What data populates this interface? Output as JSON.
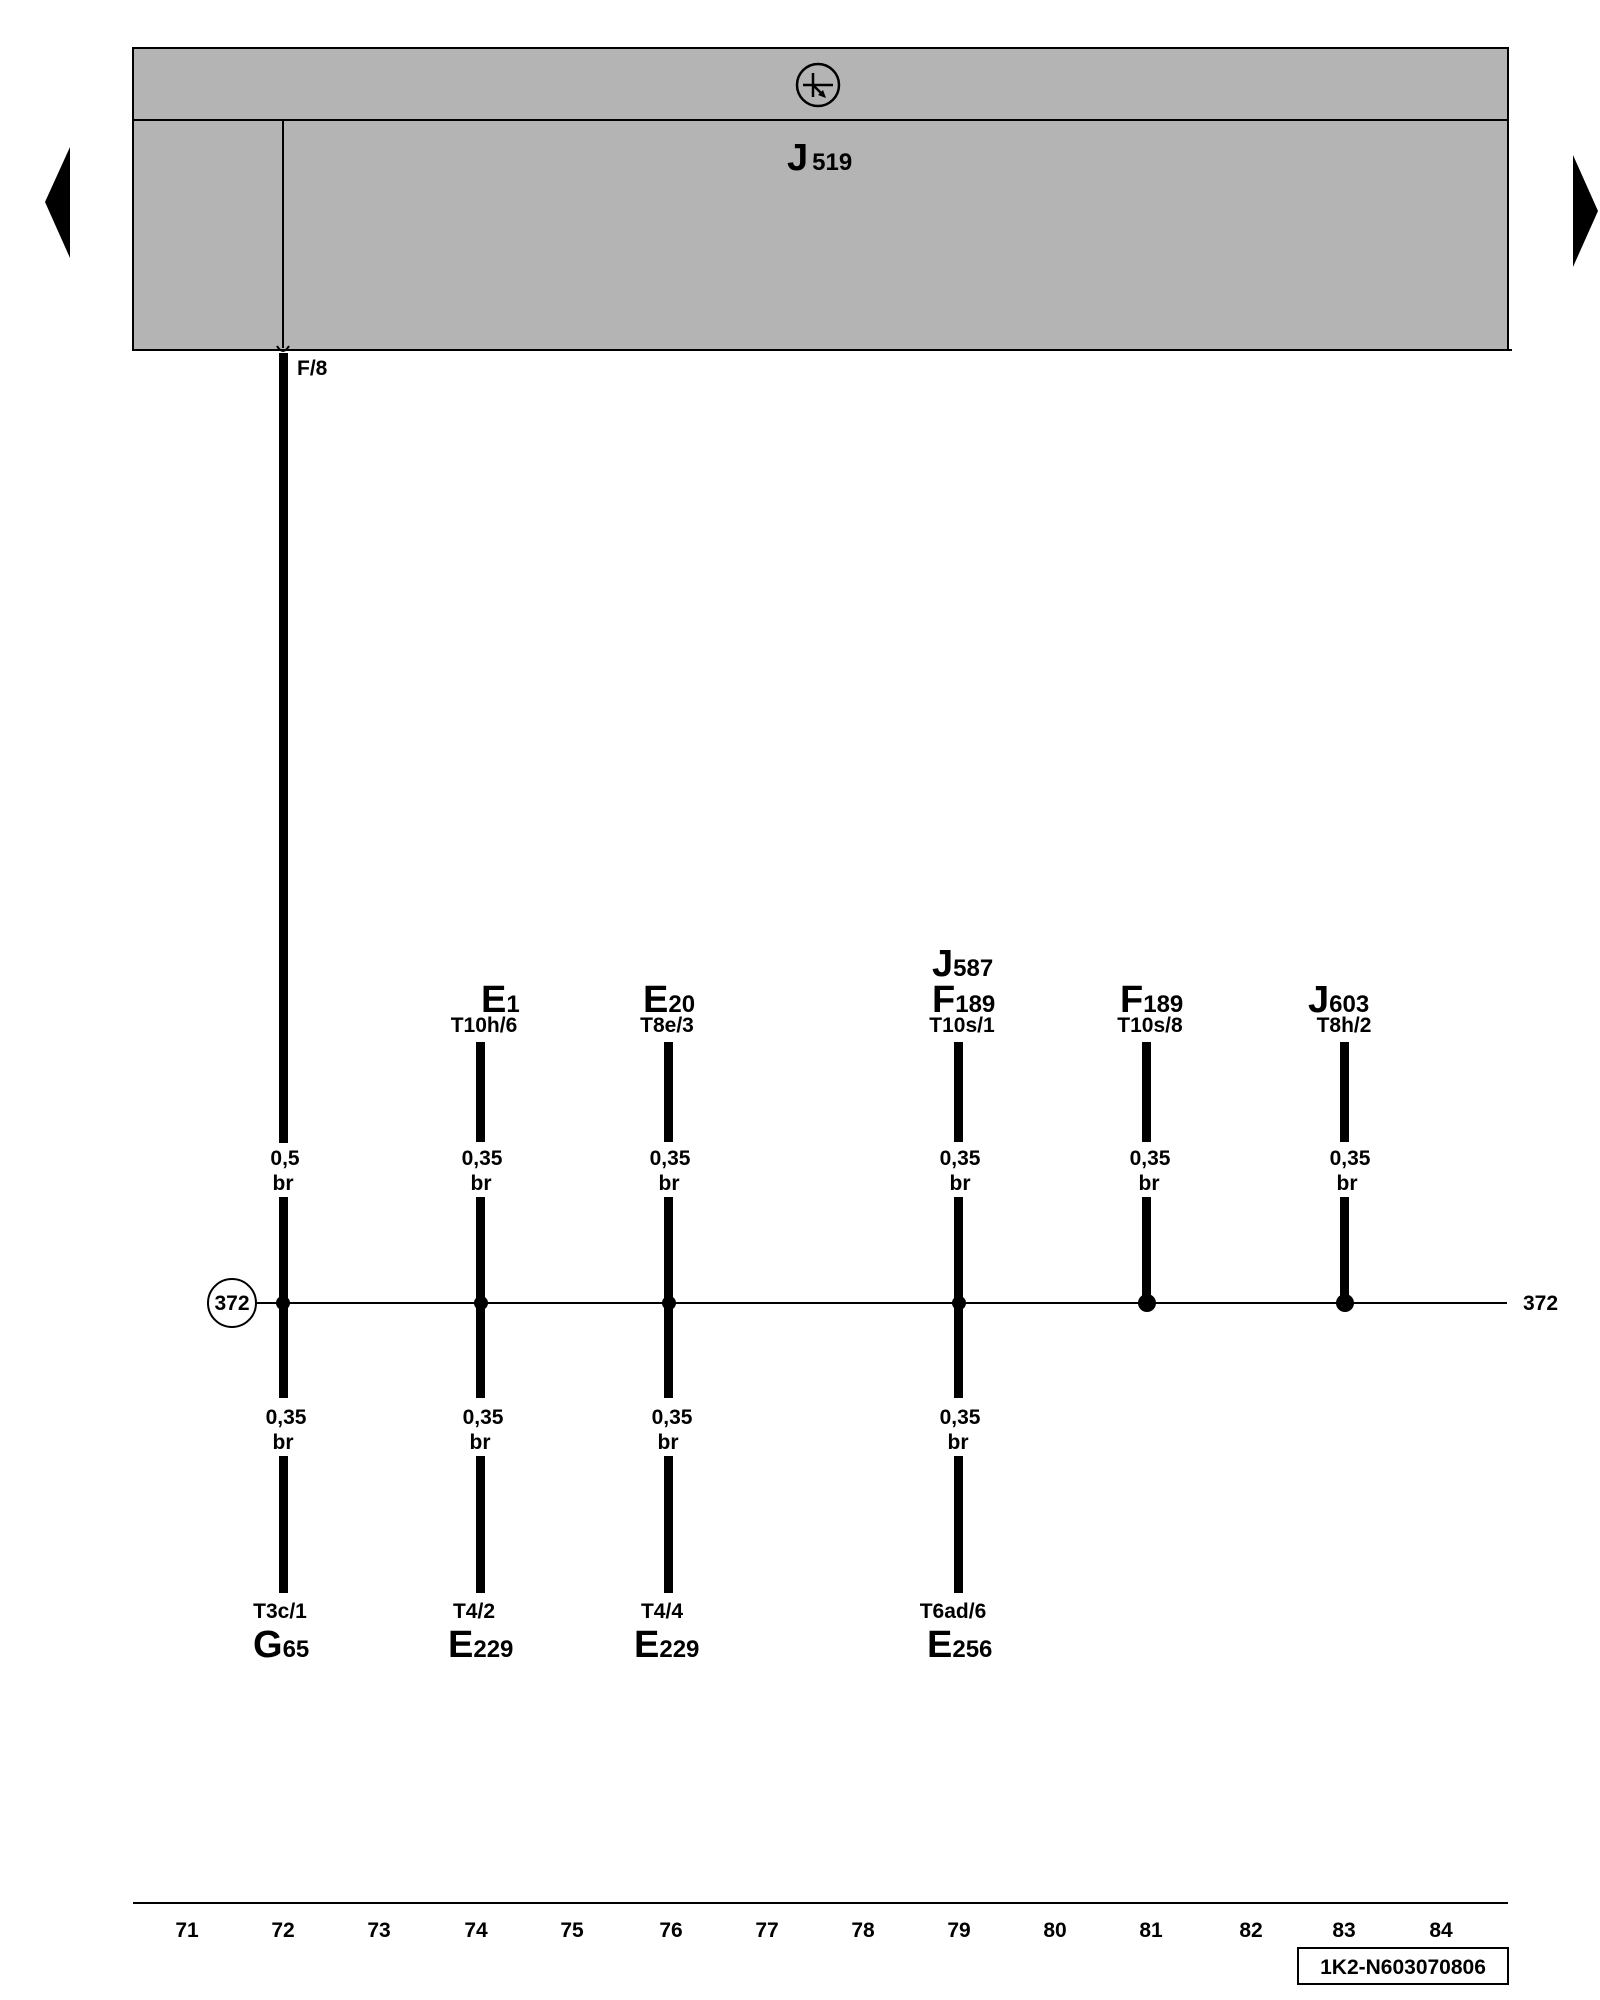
{
  "control_unit": {
    "letter": "J",
    "number": "519",
    "pin": "F/8"
  },
  "navigation": {
    "prev_icon": "triangle-left",
    "next_icon": "triangle-right"
  },
  "header_symbol": "circle-with-cross-arrow",
  "bus": {
    "ref_left": "372",
    "ref_right": "372"
  },
  "upper_wires": [
    {
      "components": [],
      "connector": "",
      "gauge": "0,5",
      "color": "br"
    },
    {
      "components": [
        {
          "letter": "E",
          "number": "1"
        }
      ],
      "connector": "T10h/6",
      "gauge": "0,35",
      "color": "br"
    },
    {
      "components": [
        {
          "letter": "E",
          "number": "20"
        }
      ],
      "connector": "T8e/3",
      "gauge": "0,35",
      "color": "br"
    },
    {
      "components": [
        {
          "letter": "J",
          "number": "587"
        },
        {
          "letter": "F",
          "number": "189"
        }
      ],
      "connector": "T10s/1",
      "gauge": "0,35",
      "color": "br"
    },
    {
      "components": [
        {
          "letter": "F",
          "number": "189"
        }
      ],
      "connector": "T10s/8",
      "gauge": "0,35",
      "color": "br"
    },
    {
      "components": [
        {
          "letter": "J",
          "number": "603"
        }
      ],
      "connector": "T8h/2",
      "gauge": "0,35",
      "color": "br"
    }
  ],
  "lower_wires": [
    {
      "gauge": "0,35",
      "color": "br",
      "connector": "T3c/1",
      "component": {
        "letter": "G",
        "number": "65"
      }
    },
    {
      "gauge": "0,35",
      "color": "br",
      "connector": "T4/2",
      "component": {
        "letter": "E",
        "number": "229"
      }
    },
    {
      "gauge": "0,35",
      "color": "br",
      "connector": "T4/4",
      "component": {
        "letter": "E",
        "number": "229"
      }
    },
    {
      "gauge": "0,35",
      "color": "br",
      "connector": "T6ad/6",
      "component": {
        "letter": "E",
        "number": "256"
      }
    }
  ],
  "grid_numbers": [
    "71",
    "72",
    "73",
    "74",
    "75",
    "76",
    "77",
    "78",
    "79",
    "80",
    "81",
    "82",
    "83",
    "84"
  ],
  "document_code": "1K2-N603070806",
  "colors": {
    "panel": "#b4b4b4",
    "line": "#000000",
    "background": "#ffffff"
  }
}
